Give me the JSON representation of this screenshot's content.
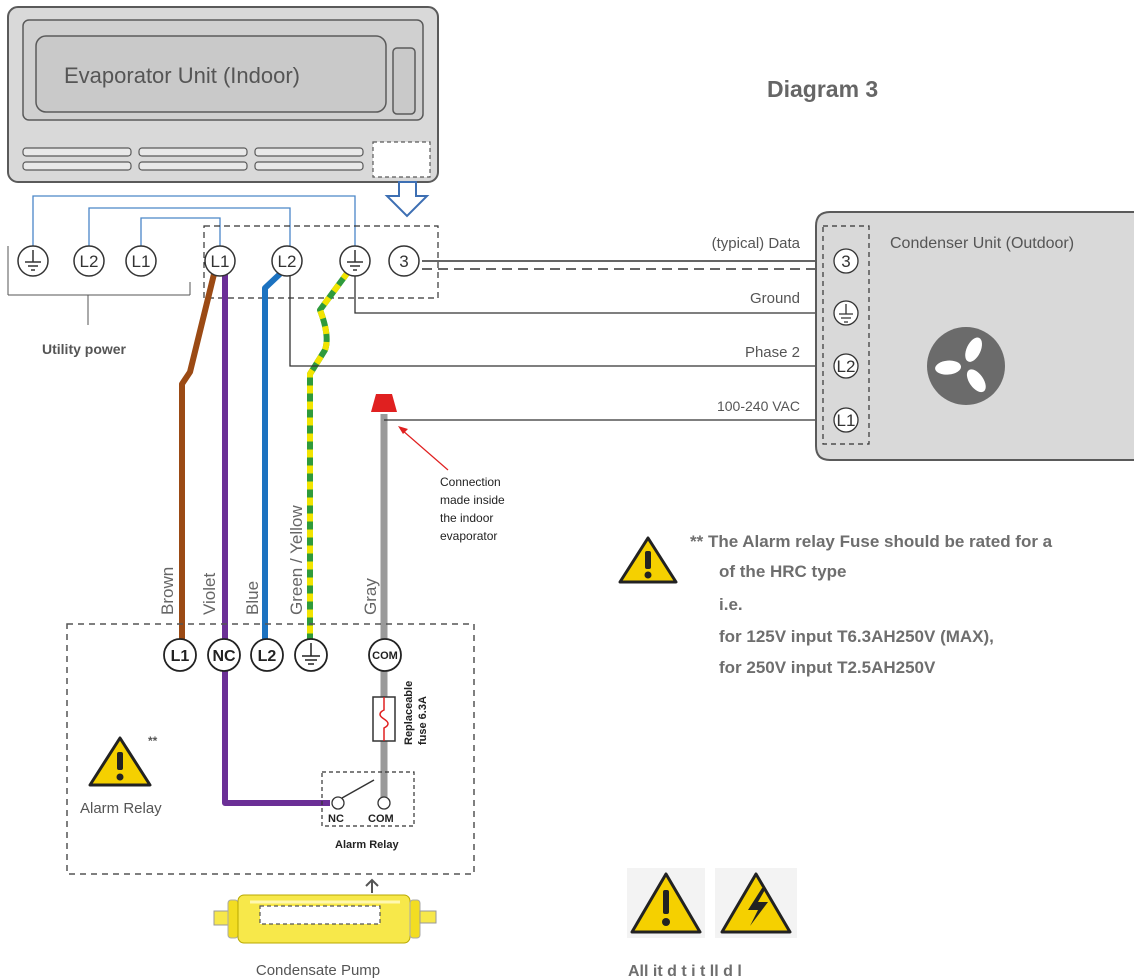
{
  "diagram": {
    "title": "Diagram 3",
    "evaporator_label": "Evaporator Unit (Indoor)",
    "condenser_label": "Condenser Unit (Outdoor)",
    "utility_power_label": "Utility power",
    "terminals": {
      "ground": "⏚",
      "l1": "L1",
      "l2": "L2",
      "three": "3",
      "nc": "NC",
      "com": "COM"
    },
    "line_labels": {
      "data": "(typical) Data",
      "ground": "Ground",
      "phase2": "Phase 2",
      "vac": "100-240 VAC"
    },
    "wire_colors": [
      "Brown",
      "Violet",
      "Blue",
      "Green / Yellow",
      "Gray"
    ],
    "connection_note": [
      "Connection",
      "made inside",
      "the  indoor",
      "evaporator"
    ],
    "alarm_relay_label": "Alarm Relay",
    "relay_inner": {
      "nc": "NC",
      "com": "COM",
      "caption": "Alarm Relay"
    },
    "fuse_label": [
      "Replaceable",
      "fuse 6.3A"
    ],
    "double_star": "**",
    "pump_label": "Condensate Pump",
    "fuse_note": {
      "line1": "** The Alarm relay Fuse should be rated for a",
      "line2": "of the HRC type",
      "line3": "i.e.",
      "line4": "for 125V input T6.3AH250V (MAX),",
      "line5": "for 250V input T2.5AH250V"
    },
    "footer_partial": "All  it         d        t  i    t    ll  d l"
  },
  "colors": {
    "brown": "#9b4a14",
    "violet": "#6b2f96",
    "blue": "#1c72c0",
    "green": "#2f9a3c",
    "yellow": "#f2e400",
    "gray": "#9a9a9a",
    "warning_yellow": "#f5d000",
    "arrow_blue": "#3d6fb3",
    "fuse_red": "#e02020",
    "unit_fill": "#d9d9d9",
    "unit_stroke": "#5a5a5a"
  }
}
